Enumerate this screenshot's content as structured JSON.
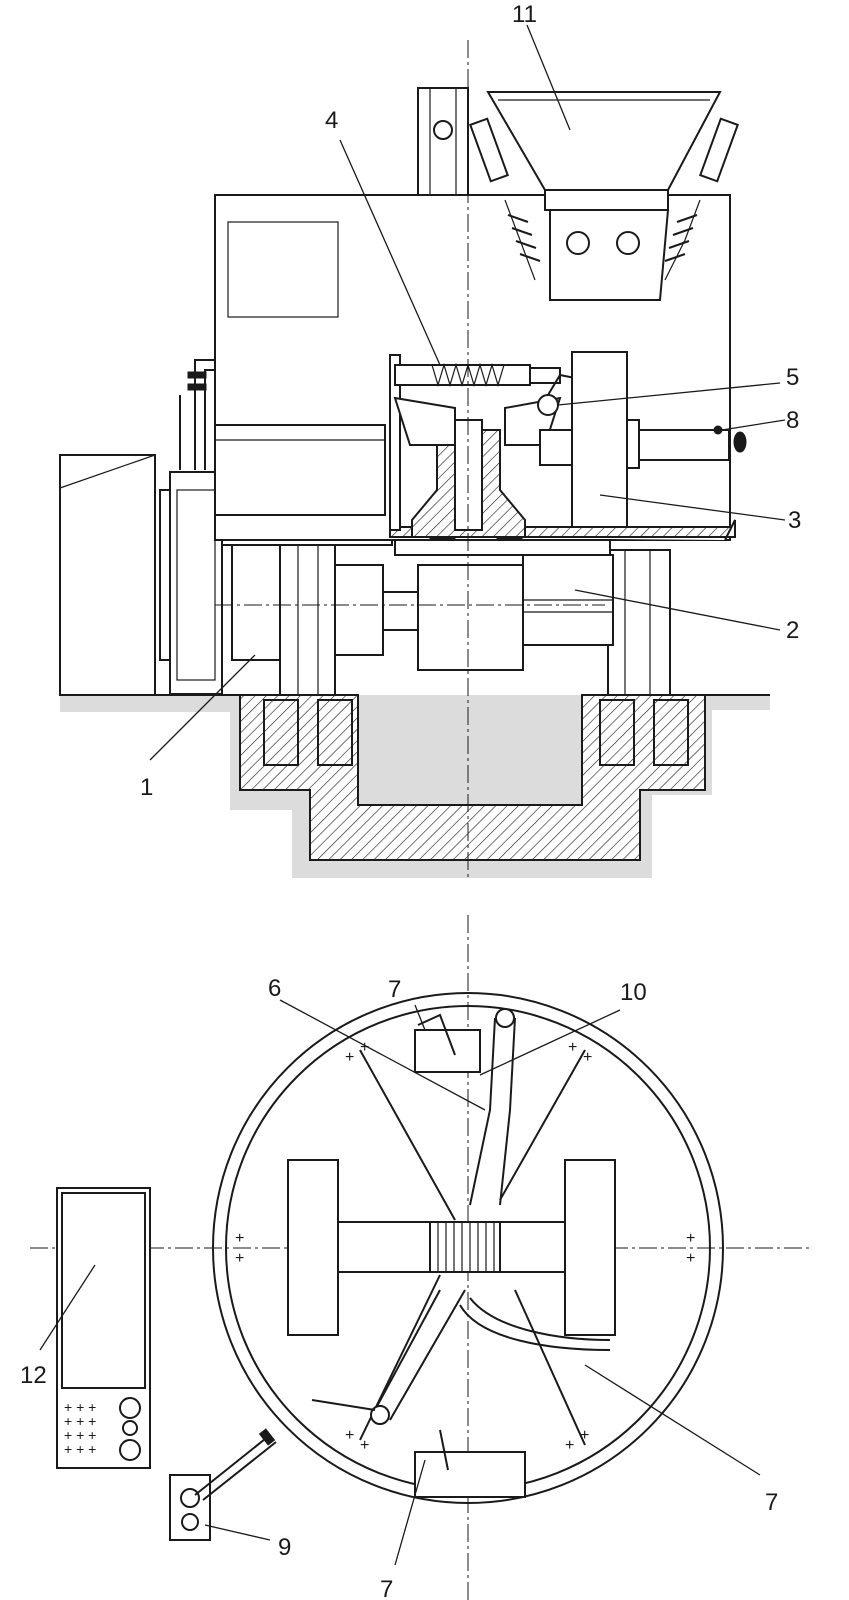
{
  "labels": {
    "p1": "1",
    "p2": "2",
    "p3": "3",
    "p4": "4",
    "p5": "5",
    "p6": "6",
    "p7a": "7",
    "p7b": "7",
    "p7c": "7",
    "p8": "8",
    "p9": "9",
    "p10": "10",
    "p11": "11",
    "p12": "12"
  }
}
